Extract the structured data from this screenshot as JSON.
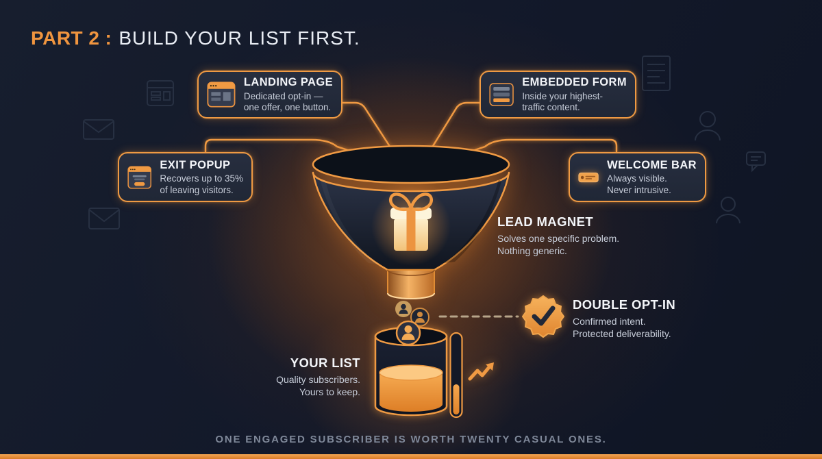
{
  "header": {
    "part": "PART 2",
    "colon": ":",
    "title": "BUILD YOUR LIST FIRST."
  },
  "nodes": {
    "landing_page": {
      "title": "LANDING PAGE",
      "desc1": "Dedicated opt-in —",
      "desc2": "one offer, one button."
    },
    "embedded_form": {
      "title": "EMBEDDED FORM",
      "desc1": "Inside your highest-",
      "desc2": "traffic content."
    },
    "exit_popup": {
      "title": "EXIT POPUP",
      "desc1": "Recovers up to 35%",
      "desc2": "of leaving visitors."
    },
    "welcome_bar": {
      "title": "WELCOME BAR",
      "desc1": "Always visible.",
      "desc2": "Never intrusive."
    },
    "lead_magnet": {
      "title": "LEAD MAGNET",
      "desc1": "Solves one specific problem.",
      "desc2": "Nothing generic."
    },
    "double_opt_in": {
      "title": "DOUBLE OPT-IN",
      "desc1": "Confirmed intent.",
      "desc2": "Protected deliverability."
    },
    "your_list": {
      "title": "YOUR LIST",
      "desc1": "Quality subscribers.",
      "desc2": "Yours to keep."
    }
  },
  "footer": {
    "caption": "ONE ENGAGED SUBSCRIBER IS WORTH TWENTY CASUAL ONES."
  },
  "colors": {
    "accent_orange": "#f09a43",
    "background_navy": "#131a28",
    "box_fill": "#242b3b",
    "heading_text": "#f3f5f9",
    "body_text": "#c7cdd9",
    "footer_text": "#7f8899",
    "liquid_orange": "#f0a24c",
    "gift_cream": "#fdeecb"
  },
  "icons": {
    "landing_page": "browser-window-icon",
    "embedded_form": "form-fields-icon",
    "exit_popup": "popup-window-icon",
    "welcome_bar": "notification-bar-icon",
    "center": "funnel-icon",
    "inside_funnel": "gift-box-icon",
    "double_opt_in": "verified-check-badge-icon",
    "list": "subscriber-jar-icon",
    "metric": "progress-bar-icon",
    "trend": "growth-arrow-icon",
    "people": "subscriber-avatar-icon",
    "background": [
      "envelope-icon",
      "document-icon",
      "browser-icon",
      "person-icon",
      "speech-bubble-icon"
    ]
  }
}
